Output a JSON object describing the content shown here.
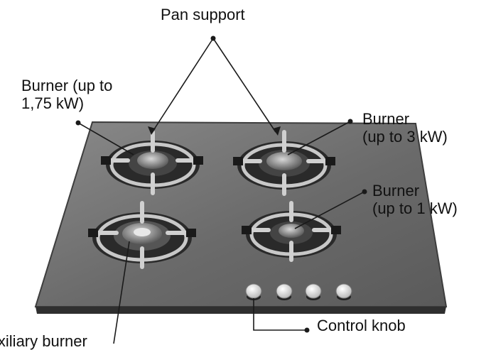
{
  "labels": {
    "pan_support": "Pan support",
    "burner_175": [
      "Burner (up to",
      "1,75 kW)"
    ],
    "burner_3": [
      "Burner",
      "(up to 3 kW)"
    ],
    "burner_1": [
      "Burner",
      "(up to 1 kW)"
    ],
    "control_knob": "Control knob",
    "cut_off_bottom": "Auxiliary burner"
  },
  "colors": {
    "hob_top": "#6e6e6e",
    "hob_edge": "#3d3d3d",
    "ring_light": "#c8c8c8",
    "ring_dark": "#2a2a2a",
    "knob": "#e6e6e6",
    "leader": "#1a1a1a"
  },
  "icons": [
    "burner-icon",
    "control-knob-icon",
    "pan-support-icon"
  ]
}
